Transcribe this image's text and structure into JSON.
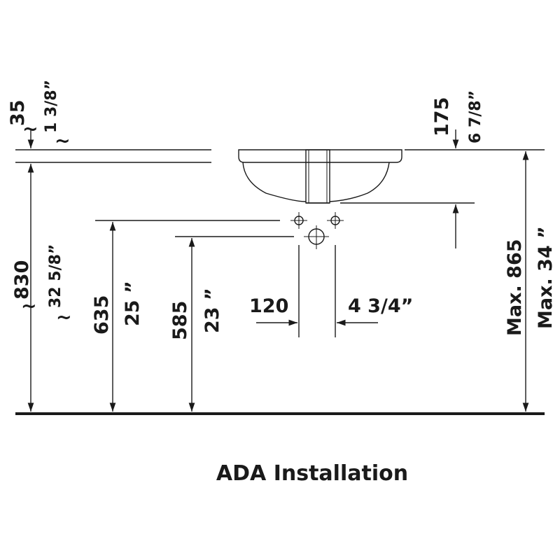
{
  "dimensions": {
    "rim_offset": {
      "metric": "35",
      "imperial": "1 3/8”"
    },
    "drain_depth": {
      "metric": "175",
      "imperial": "6 7/8”"
    },
    "rim_height": {
      "metric": "830",
      "imperial": "32 5/8”"
    },
    "supply_height": {
      "metric": "635",
      "imperial": "25 ”"
    },
    "drain_height": {
      "metric": "585",
      "imperial": "23 ”"
    },
    "supply_spacing": {
      "metric": "120",
      "imperial": "4 3/4”"
    },
    "max_height": {
      "metric": "Max. 865",
      "imperial": "Max. 34 ”"
    }
  },
  "approx_symbol": "~",
  "caption": "ADA Installation",
  "colors": {
    "line": "#1a1a1a",
    "background": "#ffffff"
  }
}
